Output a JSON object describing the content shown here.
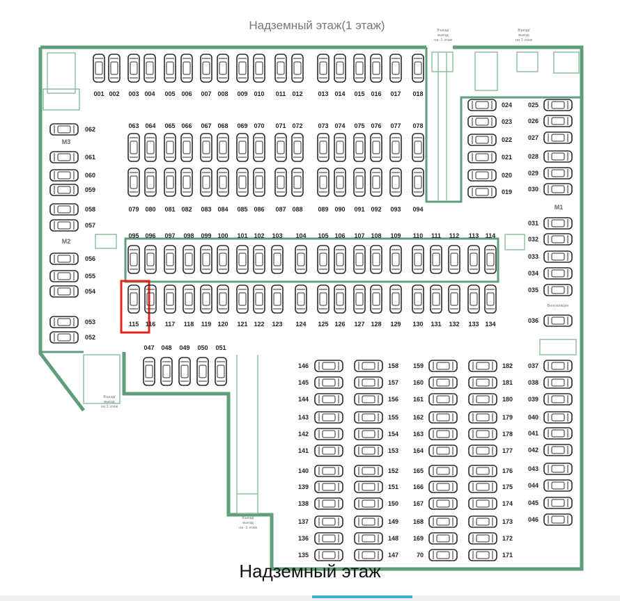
{
  "title": "Надземный этаж(1 этаж)",
  "caption": "Надземный этаж",
  "colors": {
    "wall": "#5f9e78",
    "car": "#2b2b2b",
    "highlight": "#e0241b"
  },
  "zones": [
    "M3",
    "M2",
    "M1"
  ],
  "labels": {
    "exit_top1": [
      "Въезд/",
      "выезд",
      "на -1 этаж"
    ],
    "exit_top2": [
      "Въезд/",
      "выезд",
      "на 1 этаж"
    ],
    "exit_bottom_left": [
      "Въезд/",
      "выезд",
      "на 1 этаж"
    ],
    "exit_bottom_mid": [
      "Въезд/",
      "выезд",
      "на -1 этаж"
    ],
    "ventilation": "Вентиляция"
  },
  "spots": {
    "r1": [
      "001",
      "002",
      "003",
      "004",
      "005",
      "006",
      "007",
      "008",
      "009",
      "010",
      "011",
      "012",
      "013",
      "014",
      "015",
      "016",
      "017",
      "018"
    ],
    "r2": [
      "063",
      "064",
      "065",
      "066",
      "067",
      "068",
      "069",
      "070",
      "071",
      "072",
      "073",
      "074",
      "075",
      "076",
      "077",
      "078"
    ],
    "r3": [
      "079",
      "080",
      "081",
      "082",
      "083",
      "084",
      "085",
      "086",
      "087",
      "088",
      "089",
      "090",
      "091",
      "092",
      "093",
      "094"
    ],
    "r4": [
      "095",
      "096",
      "097",
      "098",
      "099",
      "100",
      "101",
      "102",
      "103",
      "104",
      "105",
      "106",
      "107",
      "108",
      "109",
      "110",
      "111",
      "112",
      "113",
      "114"
    ],
    "r5": [
      "115",
      "116",
      "117",
      "118",
      "119",
      "120",
      "121",
      "122",
      "123",
      "124",
      "125",
      "126",
      "127",
      "128",
      "129",
      "130",
      "131",
      "132",
      "133",
      "134"
    ],
    "r6": [
      "047",
      "048",
      "049",
      "050",
      "051"
    ],
    "left": [
      "062",
      "061",
      "060",
      "059",
      "058",
      "057",
      "056",
      "055",
      "054",
      "053",
      "052"
    ],
    "rightInner": [
      "024",
      "023",
      "022",
      "021",
      "020",
      "019"
    ],
    "rightOuter": [
      "025",
      "026",
      "027",
      "028",
      "029",
      "030",
      "031",
      "032",
      "033",
      "034",
      "035",
      "036",
      "037",
      "038",
      "039",
      "040",
      "041",
      "042",
      "043",
      "044",
      "045",
      "046"
    ],
    "blockA": [
      "146",
      "145",
      "144",
      "143",
      "142",
      "141",
      "140",
      "139",
      "138",
      "137",
      "136",
      "135"
    ],
    "blockB": [
      "158",
      "157",
      "156",
      "155",
      "154",
      "153",
      "152",
      "151",
      "150",
      "149",
      "148",
      "147"
    ],
    "blockC": [
      "159",
      "160",
      "161",
      "162",
      "163",
      "164",
      "165",
      "166",
      "167",
      "168",
      "169",
      "70"
    ],
    "blockD": [
      "182",
      "181",
      "180",
      "179",
      "178",
      "177",
      "176",
      "175",
      "174",
      "173",
      "172",
      "171"
    ]
  },
  "highlighted_spot": "115"
}
